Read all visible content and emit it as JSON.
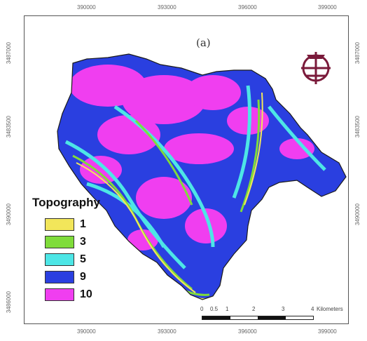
{
  "map": {
    "panel_label": "(a)",
    "x_ticks": [
      "390000",
      "393000",
      "396000",
      "399000"
    ],
    "y_ticks_left": [
      "3487000",
      "3483500",
      "3490000",
      "3486000"
    ],
    "legend": {
      "title": "Topography",
      "items": [
        {
          "label": "1",
          "color": "#f2e65a"
        },
        {
          "label": "3",
          "color": "#7fdc3a"
        },
        {
          "label": "5",
          "color": "#4de6e6"
        },
        {
          "label": "9",
          "color": "#2a3fe0"
        },
        {
          "label": "10",
          "color": "#f03ef0"
        }
      ]
    },
    "scale_bar": {
      "labels": [
        "0",
        "0.5",
        "1",
        "2",
        "3",
        "4"
      ],
      "unit": "Kilometers"
    },
    "logo_icon": "institution-emblem-icon",
    "colors": {
      "outline": "#1a1a1a",
      "logo": "#7a1a3a"
    }
  }
}
